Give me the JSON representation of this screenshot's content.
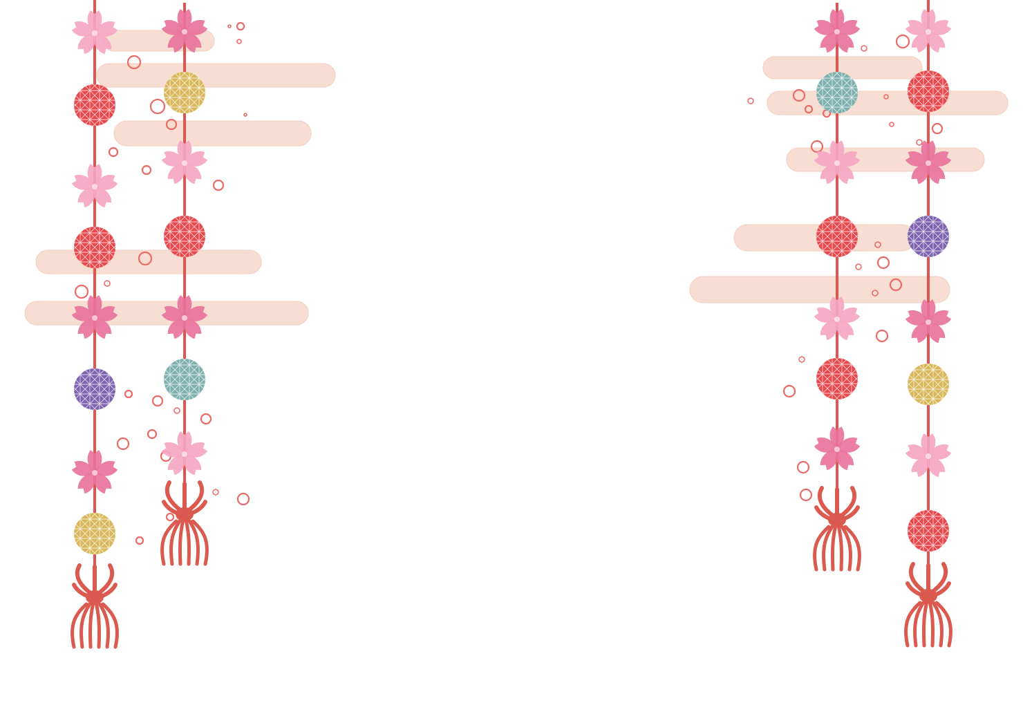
{
  "artwork": {
    "description_text": "",
    "background_color": "#ffffff",
    "colors": {
      "cord": "#e0554f",
      "cloud": "#f7ddd2",
      "cloud_edge": "#f2cdbf",
      "sakura_light": "#f5a6c3",
      "sakura_dark": "#e8739c",
      "ring": "#ec6a66",
      "tassel": "#db5a50",
      "ball_red": "#e8484b",
      "ball_yellow": "#d8b85a",
      "ball_purple": "#7e63b0",
      "ball_teal": "#7fb0ad"
    },
    "strands": [
      {
        "id": "left-outer",
        "ornaments": [
          "sakura-light",
          "ball-red",
          "sakura-light",
          "ball-red",
          "sakura-dark",
          "ball-purple",
          "sakura-dark",
          "ball-yellow",
          "tassel"
        ]
      },
      {
        "id": "left-inner",
        "ornaments": [
          "sakura-dark",
          "ball-yellow",
          "sakura-light",
          "ball-red",
          "sakura-dark",
          "ball-teal",
          "sakura-light",
          "tassel"
        ]
      },
      {
        "id": "right-inner",
        "ornaments": [
          "sakura-dark",
          "ball-teal",
          "sakura-light",
          "ball-red",
          "sakura-light",
          "ball-red",
          "sakura-dark",
          "tassel"
        ]
      },
      {
        "id": "right-outer",
        "ornaments": [
          "sakura-light",
          "ball-red",
          "sakura-dark",
          "ball-purple",
          "sakura-dark",
          "ball-yellow",
          "sakura-light",
          "ball-red",
          "tassel"
        ]
      }
    ]
  }
}
